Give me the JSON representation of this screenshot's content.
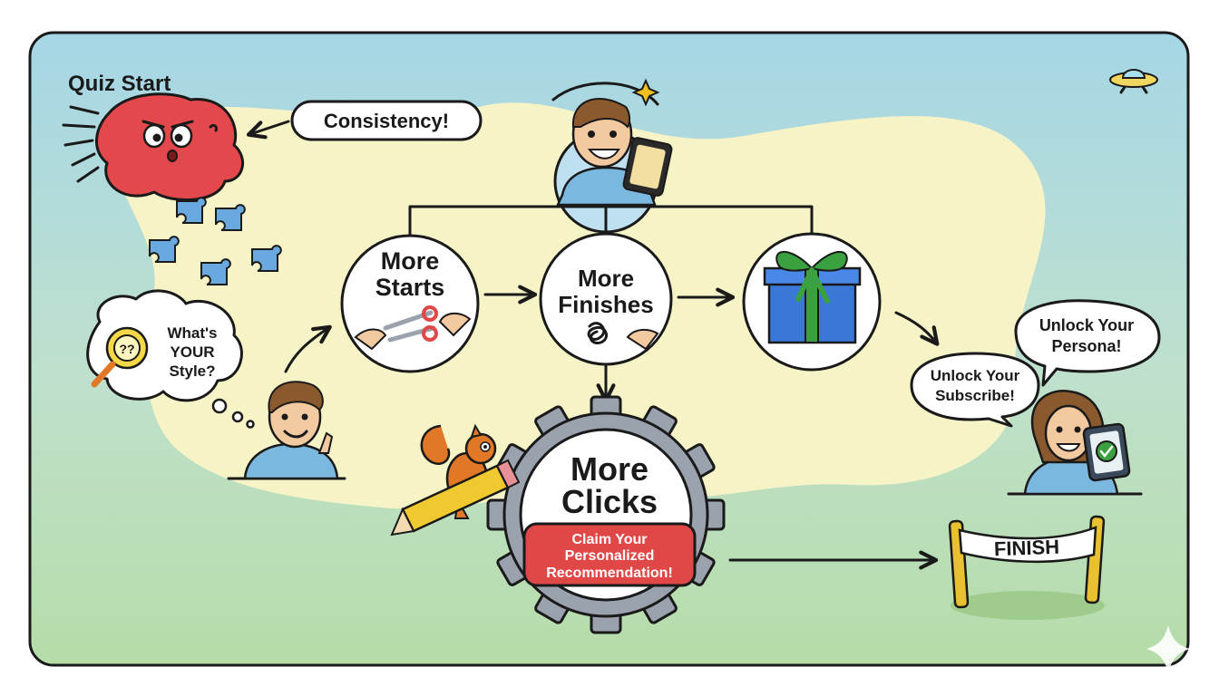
{
  "labels": {
    "quiz_start": "Quiz Start",
    "consistency": "Consistency!",
    "whats_your_style_line1": "What's",
    "whats_your_style_line2": "YOUR",
    "whats_your_style_line3": "Style?",
    "more_starts_line1": "More",
    "more_starts_line2": "Starts",
    "more_finishes_line1": "More",
    "more_finishes_line2": "Finishes",
    "more_clicks_line1": "More",
    "more_clicks_line2": "Clicks",
    "claim_line1": "Claim Your",
    "claim_line2": "Personalized",
    "claim_line3": "Recommendation!",
    "unlock_persona_line1": "Unlock Your",
    "unlock_persona_line2": "Persona!",
    "unlock_subscribe_line1": "Unlock Your",
    "unlock_subscribe_line2": "Subscribe!",
    "finish": "FINISH"
  },
  "icons": [
    "angry-blob-icon",
    "puzzle-piece-icon",
    "magnifier-icon",
    "scissors-icon",
    "tangled-string-icon",
    "gift-box-icon",
    "gear-icon",
    "pencil-icon",
    "squirrel-icon",
    "phone-icon",
    "checkmark-icon",
    "ufo-icon",
    "sparkle-icon"
  ],
  "colors": {
    "sky": "#a8d8e6",
    "grass": "#b8deb0",
    "blob": "#f5f2c0",
    "red": "#e04848",
    "gift_blue": "#3a78d8",
    "ribbon_green": "#3aa040",
    "gear_gray": "#9aa2ad",
    "puzzle_blue": "#6aa8e0",
    "finish_post": "#e8c030"
  }
}
